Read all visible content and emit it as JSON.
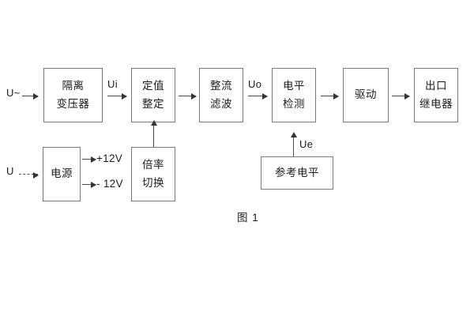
{
  "figure": {
    "caption": "图 1",
    "border_color": "#7b7b7b",
    "line_color": "#4a4a4a",
    "text_color": "#1b1b1b",
    "background": "#ffffff"
  },
  "blocks": [
    {
      "id": "isolation-transformer",
      "line1": "隔离",
      "line2": "变压器"
    },
    {
      "id": "setting-value",
      "line1": "定值",
      "line2": "整定"
    },
    {
      "id": "rectifier-filter",
      "line1": "整流",
      "line2": "滤波"
    },
    {
      "id": "level-detection",
      "line1": "电平",
      "line2": "检测"
    },
    {
      "id": "driver",
      "line1": "驱动",
      "line2": ""
    },
    {
      "id": "output-relay",
      "line1": "出口",
      "line2": "继电器"
    },
    {
      "id": "power-supply",
      "line1": "电源",
      "line2": ""
    },
    {
      "id": "multiplier-switch",
      "line1": "倍率",
      "line2": "切换"
    },
    {
      "id": "reference-level",
      "line1": "参考电平",
      "line2": ""
    }
  ],
  "labels": {
    "input_ac": "U~",
    "input_dc": "U",
    "ui": "Ui",
    "uo": "Uo",
    "ue": "Ue",
    "rail_positive": "+12V",
    "rail_negative": "- 12V"
  }
}
